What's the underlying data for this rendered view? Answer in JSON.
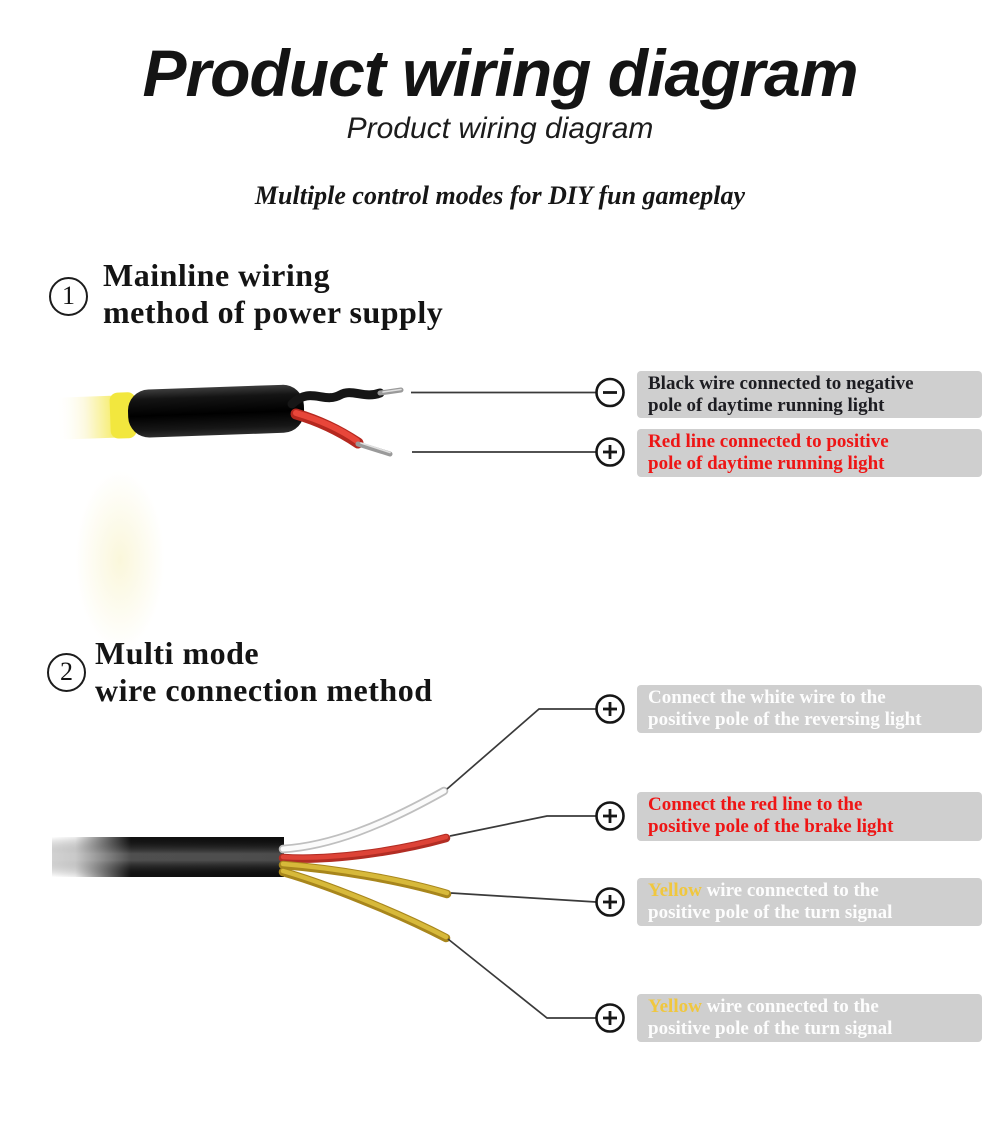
{
  "header": {
    "title": "Product wiring diagram",
    "subtitle": "Product wiring diagram",
    "tagline": "Multiple control modes for DIY fun gameplay"
  },
  "sections": [
    {
      "number": "1",
      "heading_line1": "Mainline wiring",
      "heading_line2": "method of power supply",
      "labels": [
        {
          "symbol": "minus",
          "highlight": "",
          "line1": "Black wire connected to negative",
          "line2": "pole of daytime running light",
          "text_color": "#1d1d22"
        },
        {
          "symbol": "plus",
          "highlight": "",
          "line1": "Red line connected to positive",
          "line2": "pole of daytime running light",
          "text_color": "#ee1515"
        }
      ]
    },
    {
      "number": "2",
      "heading_line1": "Multi mode",
      "heading_line2": "wire connection method",
      "labels": [
        {
          "symbol": "plus",
          "highlight": "",
          "line1": "Connect the white wire to the",
          "line2": "positive pole of the reversing light",
          "text_color": "#fdfdfd"
        },
        {
          "symbol": "plus",
          "highlight": "",
          "line1": "Connect the red line to the",
          "line2": "positive pole of the brake light",
          "text_color": "#ee1515"
        },
        {
          "symbol": "plus",
          "highlight": "Yellow",
          "line1": " wire connected to the",
          "line2": "positive pole of the turn signal",
          "text_color": "#fdfdfd",
          "highlight_color": "#f0c73e"
        },
        {
          "symbol": "plus",
          "highlight": "Yellow",
          "line1": " wire connected to the",
          "line2": "positive pole of the turn signal",
          "text_color": "#fdfdfd",
          "highlight_color": "#f0c73e"
        }
      ]
    }
  ],
  "colors": {
    "label_box_bg": "#cfcfcf",
    "cable_black": "#121212",
    "glow_yellow": "#f2e73e",
    "wire_red": "#d6372c",
    "wire_yellow": "#d7b93a",
    "wire_white": "#ffffff",
    "leader_line": "#3a3a3a",
    "label_text_black": "#1d1d22",
    "label_text_red": "#ee1515",
    "label_text_white": "#fdfdfd",
    "label_text_yellow": "#f0c73e"
  }
}
